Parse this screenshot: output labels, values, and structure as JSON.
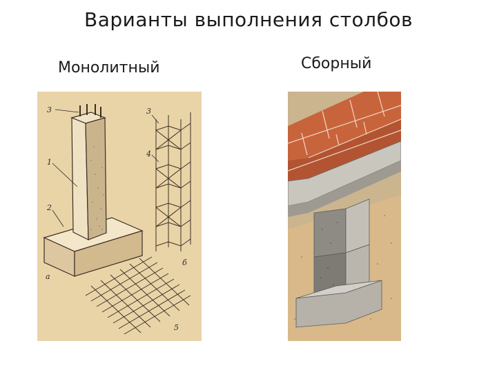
{
  "slide": {
    "title": "Варианты выполнения столбов",
    "left_caption": "Монолитный",
    "right_caption": "Сборный"
  },
  "left_figure": {
    "labels": {
      "l3a": "3",
      "l1": "1",
      "l2": "2",
      "la": "а",
      "l3b": "3",
      "l4": "4",
      "lb": "б",
      "l5": "5"
    }
  },
  "colors": {
    "left_bg": "#e9d4a8",
    "brick": "#c8643c",
    "concrete": "#b4b0a8",
    "ground": "#d9b98a"
  }
}
